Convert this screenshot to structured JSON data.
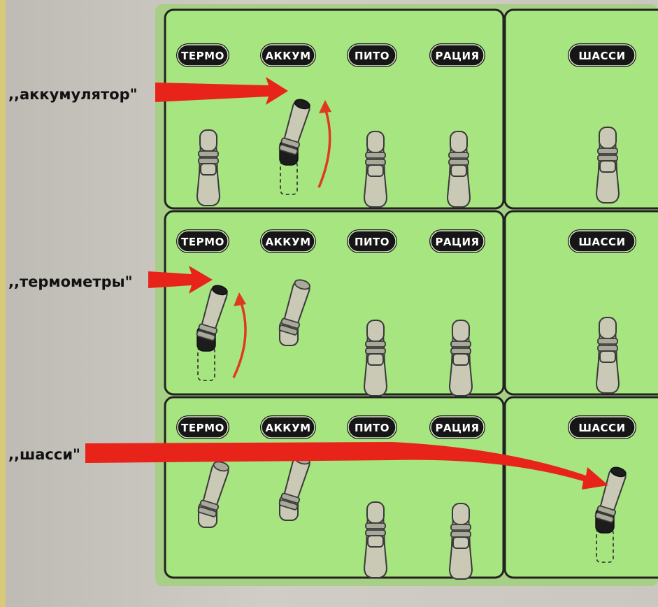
{
  "colors": {
    "panel_green": "#a6e57f",
    "label_black": "#161616",
    "arrow_red": "#e8241a",
    "switch_body": "#c9c9b6"
  },
  "rows": [
    {
      "labels": [
        "ТЕРМО",
        "АККУМ",
        "ПИТО",
        "РАЦИЯ",
        "ШАССИ"
      ],
      "callout": ",,аккумулятор\"",
      "switch_states": [
        "down",
        "up",
        "down",
        "down",
        "down"
      ]
    },
    {
      "labels": [
        "ТЕРМО",
        "АККУМ",
        "ПИТО",
        "РАЦИЯ",
        "ШАССИ"
      ],
      "callout": ",,термометры\"",
      "switch_states": [
        "up",
        "up",
        "down",
        "down",
        "down"
      ]
    },
    {
      "labels": [
        "ТЕРМО",
        "АККУМ",
        "ПИТО",
        "РАЦИЯ",
        "ШАССИ"
      ],
      "callout": ",,шасси\"",
      "switch_states": [
        "up",
        "up",
        "down",
        "down",
        "up"
      ]
    }
  ]
}
